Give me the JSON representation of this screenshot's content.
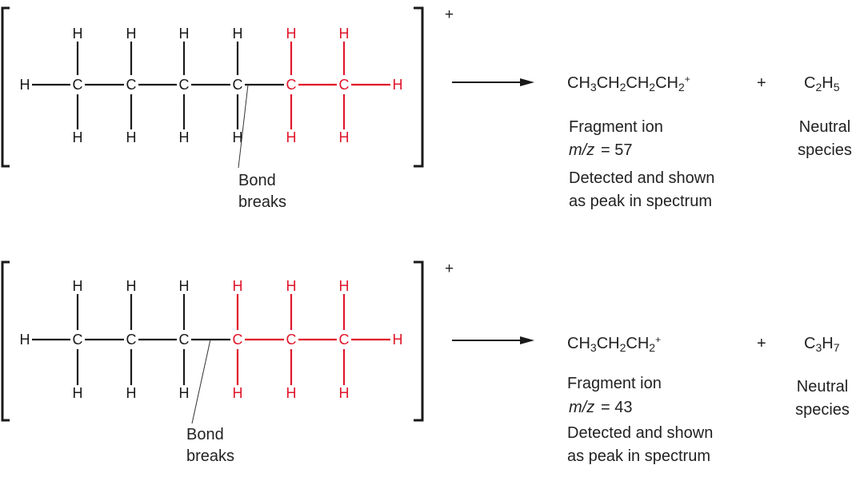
{
  "colors": {
    "black": "#1a1a1a",
    "red": "#e0162b"
  },
  "atoms": {
    "carbon": "C",
    "hydrogen": "H"
  },
  "reactions": [
    {
      "charge": "+",
      "red_from_carbon": 4,
      "break_after_carbon": 3,
      "bond_label": [
        "Bond",
        "breaks"
      ],
      "ion_formula": [
        [
          "CH",
          ""
        ],
        [
          "3",
          "sub"
        ],
        [
          "CH",
          ""
        ],
        [
          "2",
          "sub"
        ],
        [
          "CH",
          ""
        ],
        [
          "2",
          "sub"
        ],
        [
          "CH",
          ""
        ],
        [
          "2",
          "sub"
        ],
        [
          "+",
          "sup"
        ]
      ],
      "plus": "+",
      "neutral_formula": [
        [
          "C",
          ""
        ],
        [
          "2",
          "sub"
        ],
        [
          "H",
          ""
        ],
        [
          "5",
          "sub"
        ]
      ],
      "ion_desc": "Fragment ion",
      "mz_label": "m/z",
      "mz_value": "= 57",
      "detected": [
        "Detected and shown",
        "as peak in spectrum"
      ],
      "neutral_desc": [
        "Neutral",
        "species"
      ]
    },
    {
      "charge": "+",
      "red_from_carbon": 3,
      "break_after_carbon": 2,
      "bond_label": [
        "Bond",
        "breaks"
      ],
      "ion_formula": [
        [
          "CH",
          ""
        ],
        [
          "3",
          "sub"
        ],
        [
          "CH",
          ""
        ],
        [
          "2",
          "sub"
        ],
        [
          "CH",
          ""
        ],
        [
          "2",
          "sub"
        ],
        [
          "+",
          "sup"
        ]
      ],
      "plus": "+",
      "neutral_formula": [
        [
          "C",
          ""
        ],
        [
          "3",
          "sub"
        ],
        [
          "H",
          ""
        ],
        [
          "7",
          "sub"
        ]
      ],
      "ion_desc": "Fragment ion",
      "mz_label": "m/z",
      "mz_value": "= 43",
      "detected": [
        "Detected and shown",
        "as peak in spectrum"
      ],
      "neutral_desc": [
        "Neutral",
        "species"
      ]
    }
  ]
}
